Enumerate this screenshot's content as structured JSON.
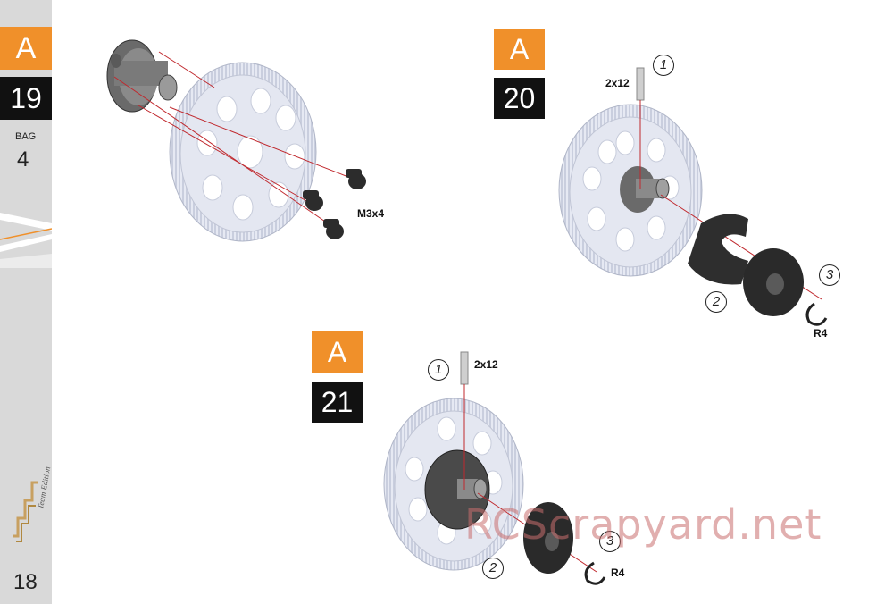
{
  "sidebar": {
    "step_letter": "A",
    "step_number": "19",
    "bag_label": "BAG",
    "bag_number": "4",
    "logo_text": "Team Edition TE",
    "page_number": "18"
  },
  "step19": {
    "screw_label": "M3x4"
  },
  "step20": {
    "letter": "A",
    "number": "20",
    "pin_label": "2x12",
    "clip_label": "R4",
    "callout_1": "1",
    "callout_2": "2",
    "callout_3": "3"
  },
  "step21": {
    "letter": "A",
    "number": "21",
    "pin_label": "2x12",
    "clip_label": "R4",
    "callout_1": "1",
    "callout_2": "2",
    "callout_3": "3"
  },
  "watermark": "RCScrapyard.net",
  "colors": {
    "accent": "#f0902a",
    "dark": "#111111",
    "gear": "#dfe3ef",
    "sidebar": "#d9d9d9"
  }
}
